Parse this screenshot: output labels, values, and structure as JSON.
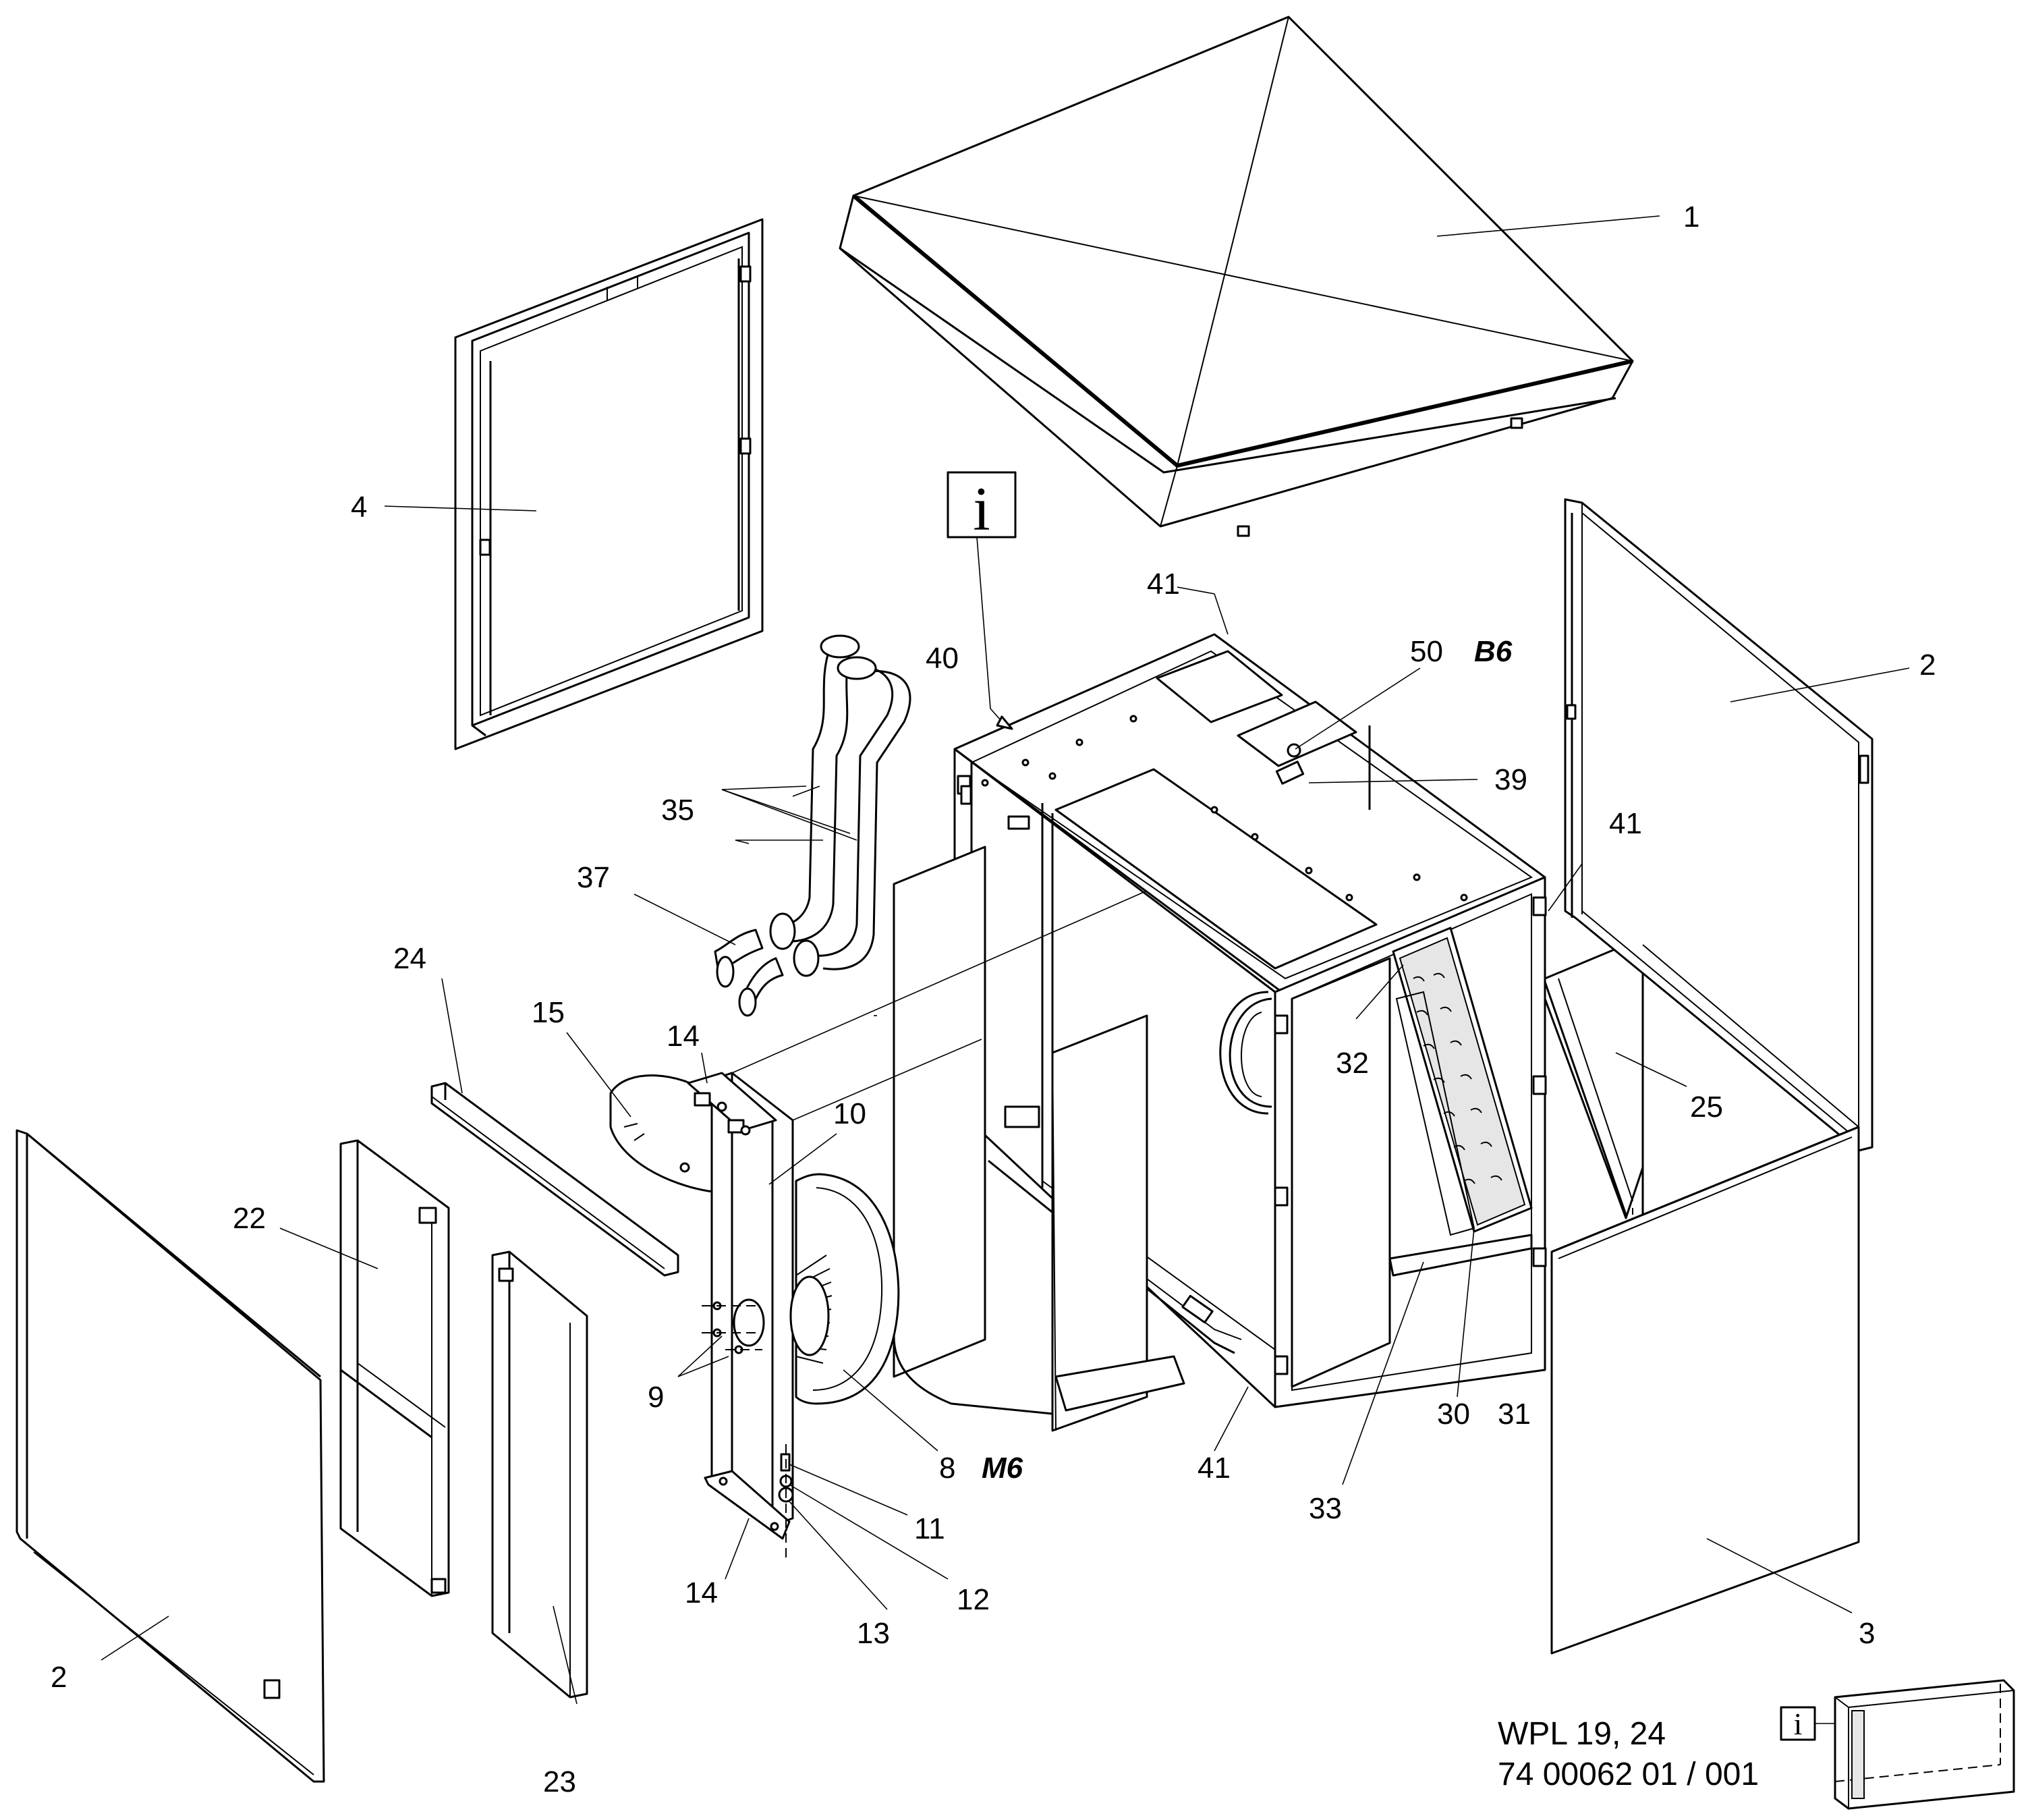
{
  "drawing": {
    "model_line": "WPL 19, 24",
    "document_number": "74 00062 01 / 001",
    "info_symbol": "i",
    "labels": {
      "p1": "1",
      "p2_right": "2",
      "p2_left": "2",
      "p3": "3",
      "p4": "4",
      "p8": "8",
      "m6": "M6",
      "p9": "9",
      "p10": "10",
      "p11": "11",
      "p12": "12",
      "p13": "13",
      "p14_top": "14",
      "p14_bottom": "14",
      "p15": "15",
      "p22": "22",
      "p23": "23",
      "p24": "24",
      "p25": "25",
      "p30": "30",
      "p31": "31",
      "p32": "32",
      "p33": "33",
      "p35": "35",
      "p37": "37",
      "p39": "39",
      "p40": "40",
      "p41_top": "41",
      "p41_right": "41",
      "p41_bottom": "41",
      "p50": "50",
      "b6": "B6"
    }
  }
}
